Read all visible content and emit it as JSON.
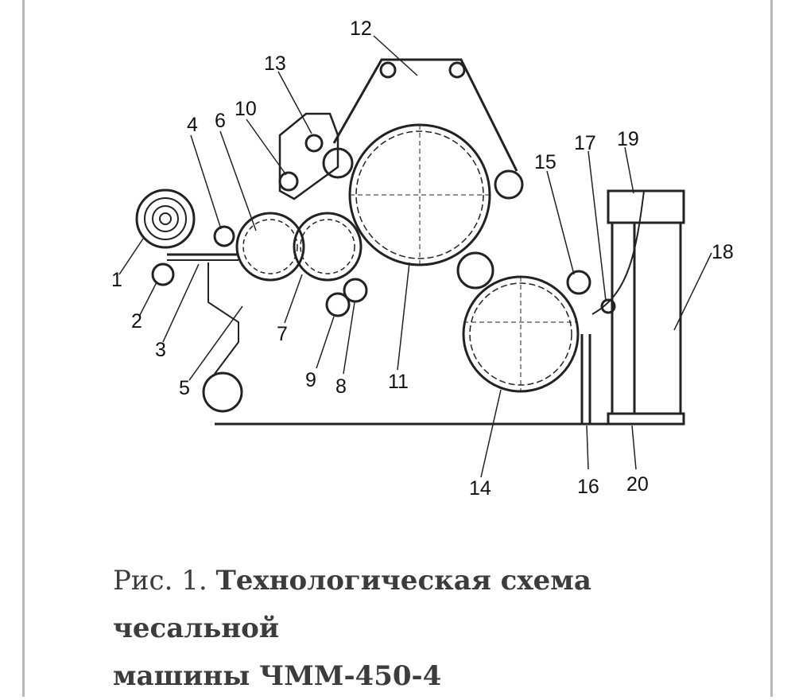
{
  "diagram": {
    "labels": [
      "1",
      "2",
      "3",
      "4",
      "5",
      "6",
      "7",
      "8",
      "9",
      "10",
      "11",
      "12",
      "13",
      "14",
      "15",
      "16",
      "17",
      "18",
      "19",
      "20"
    ]
  },
  "caption": {
    "prefix": "Рис. 1.",
    "title_line1": "Технологическая схема чесальной",
    "title_line2": "машины ЧММ-450-4"
  }
}
